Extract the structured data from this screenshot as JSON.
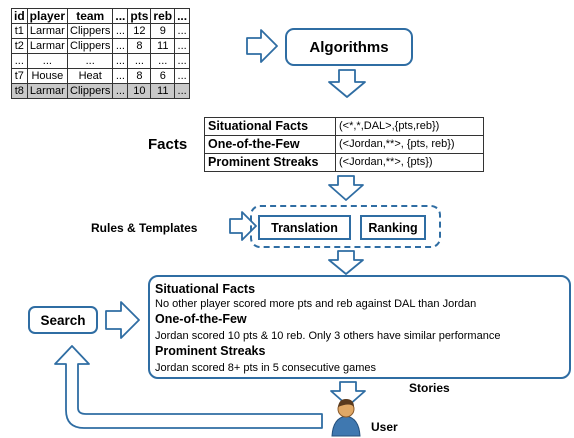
{
  "table": {
    "headers": [
      "id",
      "player",
      "team",
      "...",
      "pts",
      "reb",
      "..."
    ],
    "rows": [
      [
        "t1",
        "Larmar",
        "Clippers",
        "...",
        "12",
        "9",
        "..."
      ],
      [
        "t2",
        "Larmar",
        "Clippers",
        "...",
        "8",
        "11",
        "..."
      ],
      [
        "...",
        "...",
        "...",
        "...",
        "...",
        "...",
        "..."
      ],
      [
        "t7",
        "House",
        "Heat",
        "...",
        "8",
        "6",
        "..."
      ],
      [
        "t8",
        "Larmar",
        "Clippers",
        "...",
        "10",
        "11",
        "..."
      ]
    ]
  },
  "algorithms_label": "Algorithms",
  "facts_label": "Facts",
  "facts": [
    {
      "name": "Situational Facts",
      "value": "(<*,*,DAL>,{pts,reb})"
    },
    {
      "name": "One-of-the-Few",
      "value": "(<Jordan,**>, {pts, reb})"
    },
    {
      "name": "Prominent Streaks",
      "value": "(<Jordan,**>, {pts})"
    }
  ],
  "rules_label": "Rules & Templates",
  "translation_label": "Translation",
  "ranking_label": "Ranking",
  "search_label": "Search",
  "stories": [
    {
      "title": "Situational Facts",
      "text": "No other player scored more pts and reb against DAL than Jordan"
    },
    {
      "title": "One-of-the-Few",
      "text": "Jordan scored 10 pts & 10 reb. Only 3 others have similar performance"
    },
    {
      "title": "Prominent Streaks",
      "text": "Jordan scored 8+ pts in 5 consecutive games"
    }
  ],
  "stories_label": "Stories",
  "user_label": "User",
  "colors": {
    "accent": "#2f6da3",
    "highlight_row": "#c9c9c9",
    "user_body": "#3f78b0",
    "user_head": "#e0a866"
  },
  "icons": [
    "right-arrow-icon",
    "down-arrow-icon",
    "up-arrow-icon",
    "user-icon"
  ]
}
